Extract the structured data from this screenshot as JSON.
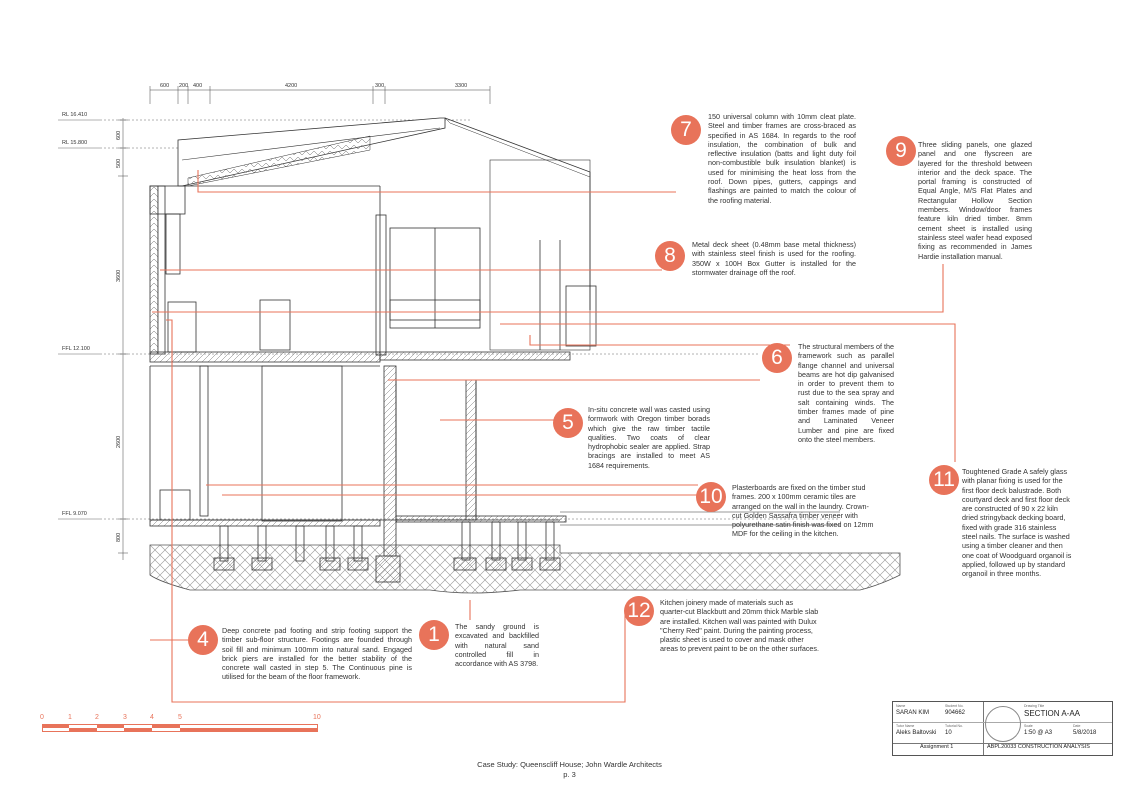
{
  "accent_color": "#e8735a",
  "notes": [
    {
      "num": "7",
      "text": "150 universal column with 10mm cleat plate. Steel and timber frames are cross-braced as specified in AS 1684. In regards to the roof insulation, the combination of bulk and reflective insulation (batts and light duty foil non-combustible bulk insulation blanket) is used for minimising the heat loss from the roof. Down pipes, gutters, cappings and flashings are painted to match the colour of the roofing material."
    },
    {
      "num": "8",
      "text": "Metal deck sheet (0.48mm base metal thickness) with stainless steel finish is used for the roofing. 350W x 100H Box Gutter is installed for the stormwater drainage off the roof."
    },
    {
      "num": "9",
      "text": "Three sliding panels, one glazed panel and one flyscreen are layered for the threshold between interior and the deck space. The portal framing is constructed of Equal Angle, M/S Flat Plates and Rectangular Hollow Section members. Window/door frames feature kiln dried timber. 8mm cement sheet is installed using stainless steel wafer head exposed fixing as recommended in James Hardie installation manual."
    },
    {
      "num": "6",
      "text": "The structural members of the framework such as parallel flange channel and universal beams are hot dip galvanised in order to prevent them to rust due to the sea spray and salt containing winds. The timber frames made of pine and Laminated Veneer Lumber and pine are fixed onto the steel members."
    },
    {
      "num": "5",
      "text": "In-situ concrete wall was casted using formwork with Oregon timber borads which give the raw timber tactile qualities. Two coats of clear hydrophobic sealer are applied. Strap bracings are installed to meet AS 1684 requirements."
    },
    {
      "num": "11",
      "text": "Toughtened Grade A safely glass with planar fixing is used for the first floor deck balustrade. Both courtyard deck and first floor deck are constructed of 90 x 22 kiln dried stringyback decking board, fixed with grade 316 stainless steel nails. The surface is washed using a timber cleaner and then one coat of Woodguard organoil is applied, followed up by standard organoil in three months."
    },
    {
      "num": "10",
      "text": "Plasterboards are fixed on the timber stud frames. 200 x 100mm ceramic tiles are arranged on the wall in the laundry. Crown-cut Golden Sassafra timber veneer with polyurethane satin finish was fixed on 12mm MDF for the ceiling in the kitchen."
    },
    {
      "num": "4",
      "text": "Deep concrete pad footing and strip footing support the timber sub-floor structure. Footings are founded through soil fill and minimum 100mm into natural sand. Engaged brick piers are installed for the better stability of the concrete wall casted in step 5. The Continuous pine is utilised for the beam of the floor framework."
    },
    {
      "num": "1",
      "text": "The sandy ground is excavated and backfilled with natural sand controlled fill in accordance with AS 3798."
    },
    {
      "num": "12",
      "text": "Kitchen joinery made of materials such as quarter-cut Blackbutt and 20mm thick Marble slab are installed. Kitchen wall was painted with Dulux \"Cherry Red\" paint. During the painting process, plastic sheet is used to cover and mask other areas to prevent paint to be on the other surfaces."
    }
  ],
  "levels": [
    "RL 16.410",
    "RL 15.800",
    "FFL 12.100",
    "FFL 9.070"
  ],
  "top_dims": [
    "600",
    "200",
    "400",
    "4200",
    "300",
    "3300"
  ],
  "side_dims": [
    "600",
    "500",
    "3600",
    "2600",
    "800"
  ],
  "scale_bar": {
    "labels": [
      "0",
      "1",
      "2",
      "3",
      "4",
      "5",
      "10"
    ]
  },
  "title_block": {
    "name_label": "Name",
    "name": "SARAN KIM",
    "student_no_label": "Student No.",
    "student_no": "904662",
    "tutor_label": "Tutor Name",
    "tutor": "Aleks Baltovski",
    "tutorial_label": "Tutorial No.",
    "tutorial": "10",
    "drawing_title_label": "Drawing Title",
    "drawing_title": "SECTION A-AA",
    "scale_label": "Scale",
    "scale": "1:50 @ A3",
    "date_label": "Date",
    "date": "5/8/2018",
    "assignment": "Assignment 1",
    "course": "ABPL20033 CONSTRUCTION ANALYSIS"
  },
  "caption": {
    "line1": "Case Study: Queenscliff House; John Wardle Architects",
    "line2": "p. 3"
  }
}
